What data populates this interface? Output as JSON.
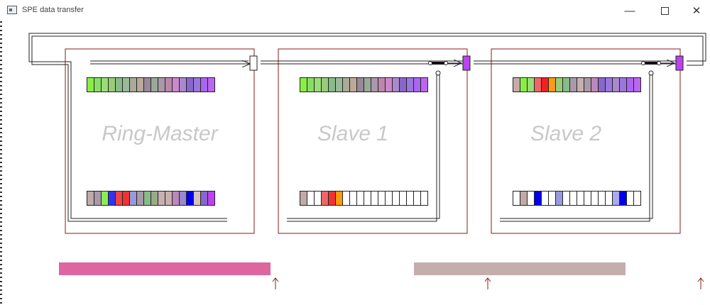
{
  "window": {
    "title": "SPE data transfer",
    "minimize_icon": "minimize-icon",
    "maximize_icon": "maximize-icon",
    "close_icon": "close-icon"
  },
  "panels": [
    {
      "label": "Ring-Master",
      "top_row": [
        "#88ee44",
        "#88dd66",
        "#99dd77",
        "#99cc77",
        "#88bb88",
        "#99bb99",
        "#aaaa99",
        "#bbaa99",
        "#998899",
        "#99aa99",
        "#aa99aa",
        "#bb88aa",
        "#cc88cc",
        "#aa88cc",
        "#8866cc",
        "#9977dd",
        "#aa66ee",
        "#bb66ee"
      ],
      "bottom_row": [
        "#c0aaaa",
        "#aa99aa",
        "#88ee55",
        "#3333ee",
        "#ee4444",
        "#ee3333",
        "#9999dd",
        "#aa99aa",
        "#88bb88",
        "#99aa88",
        "#c8b0b0",
        "#c8b0b0",
        "#bb88bb",
        "#9988cc",
        "#0000ee",
        "#d8c0c0",
        "#8866cc",
        "#bb44ee"
      ],
      "connector_color": "#ffffff"
    },
    {
      "label": "Slave 1",
      "top_row": [
        "#88ee44",
        "#88dd66",
        "#99dd77",
        "#99cc77",
        "#88bb88",
        "#99bb99",
        "#aaaa99",
        "#bbaa99",
        "#998899",
        "#99aa99",
        "#aa99aa",
        "#bb88aa",
        "#cc88cc",
        "#aa88cc",
        "#8866cc",
        "#9977dd",
        "#aa66ee",
        "#bb66ee"
      ],
      "bottom_row": [
        "#c0aaaa",
        "#ffffff",
        "#ffffff",
        "#ee6666",
        "#ee3333",
        "#ff9911",
        "#ffffff",
        "#ffffff",
        "#ffffff",
        "#ffffff",
        "#ffffff",
        "#ffffff",
        "#ffffff",
        "#ffffff",
        "#ffffff",
        "#ffffff",
        "#ffffff",
        "#ffffff"
      ],
      "connector_color": "#bb44ee"
    },
    {
      "label": "Slave 2",
      "top_row": [
        "#c8aaaa",
        "#88ee44",
        "#99dd77",
        "#ee6666",
        "#ee2222",
        "#ff9911",
        "#99cc77",
        "#88bb88",
        "#aa99aa",
        "#c8b0b0",
        "#aa99aa",
        "#bb88bb",
        "#8866cc",
        "#9977dd",
        "#aa88cc",
        "#9977dd",
        "#aa66ee",
        "#bb66ee"
      ],
      "bottom_row": [
        "#ffffff",
        "#c0aaaa",
        "#ffffff",
        "#0000ee",
        "#ffffff",
        "#ffffff",
        "#9999dd",
        "#ffffff",
        "#ffffff",
        "#ffffff",
        "#ffffff",
        "#ffffff",
        "#ffffff",
        "#ffffff",
        "#aaaaee",
        "#0000ee",
        "#ffffff",
        "#ffffff"
      ],
      "connector_color": "#bb44ee"
    }
  ],
  "progress_bars": [
    {
      "color": "#dd66a0",
      "fraction": 1.0
    },
    {
      "color": "#c4aeac",
      "fraction": 1.0
    }
  ],
  "colors": {
    "panel_border": "#8b1a1a",
    "wire": "#222222",
    "arrow": "#8b1a1a",
    "label": "#c8c8c8"
  }
}
